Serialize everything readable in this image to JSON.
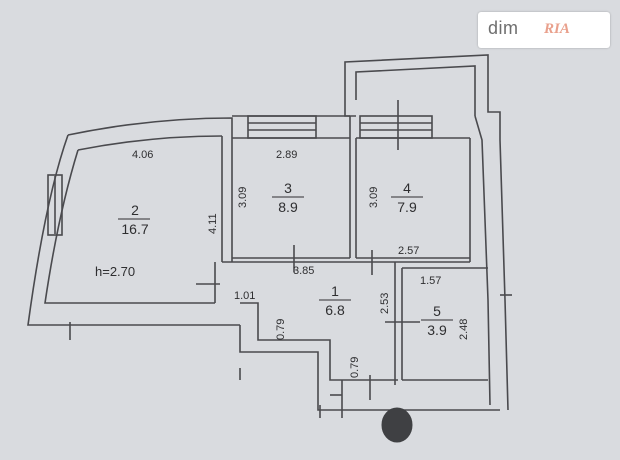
{
  "watermark": {
    "dim": "dim",
    "ria": "RIA"
  },
  "plan": {
    "height_note": "h=2.70",
    "rooms": [
      {
        "id": "2",
        "number": "2",
        "area": "16.7"
      },
      {
        "id": "3",
        "number": "3",
        "area": "8.9"
      },
      {
        "id": "4",
        "number": "4",
        "area": "7.9"
      },
      {
        "id": "1",
        "number": "1",
        "area": "6.8"
      },
      {
        "id": "5",
        "number": "5",
        "area": "3.9"
      }
    ],
    "dimensions": {
      "room2_top": "4.06",
      "room2_side": "4.11",
      "room3_top": "2.89",
      "room3_side": "3.09",
      "room4_side": "3.09",
      "room4_bottom": "2.57",
      "hall_top": "3.85",
      "hall_left": "1.01",
      "hall_notch": "0.79",
      "hall_mid": "2.53",
      "entry": "0.79",
      "room5_top": "1.57",
      "room5_side": "2.48"
    }
  }
}
